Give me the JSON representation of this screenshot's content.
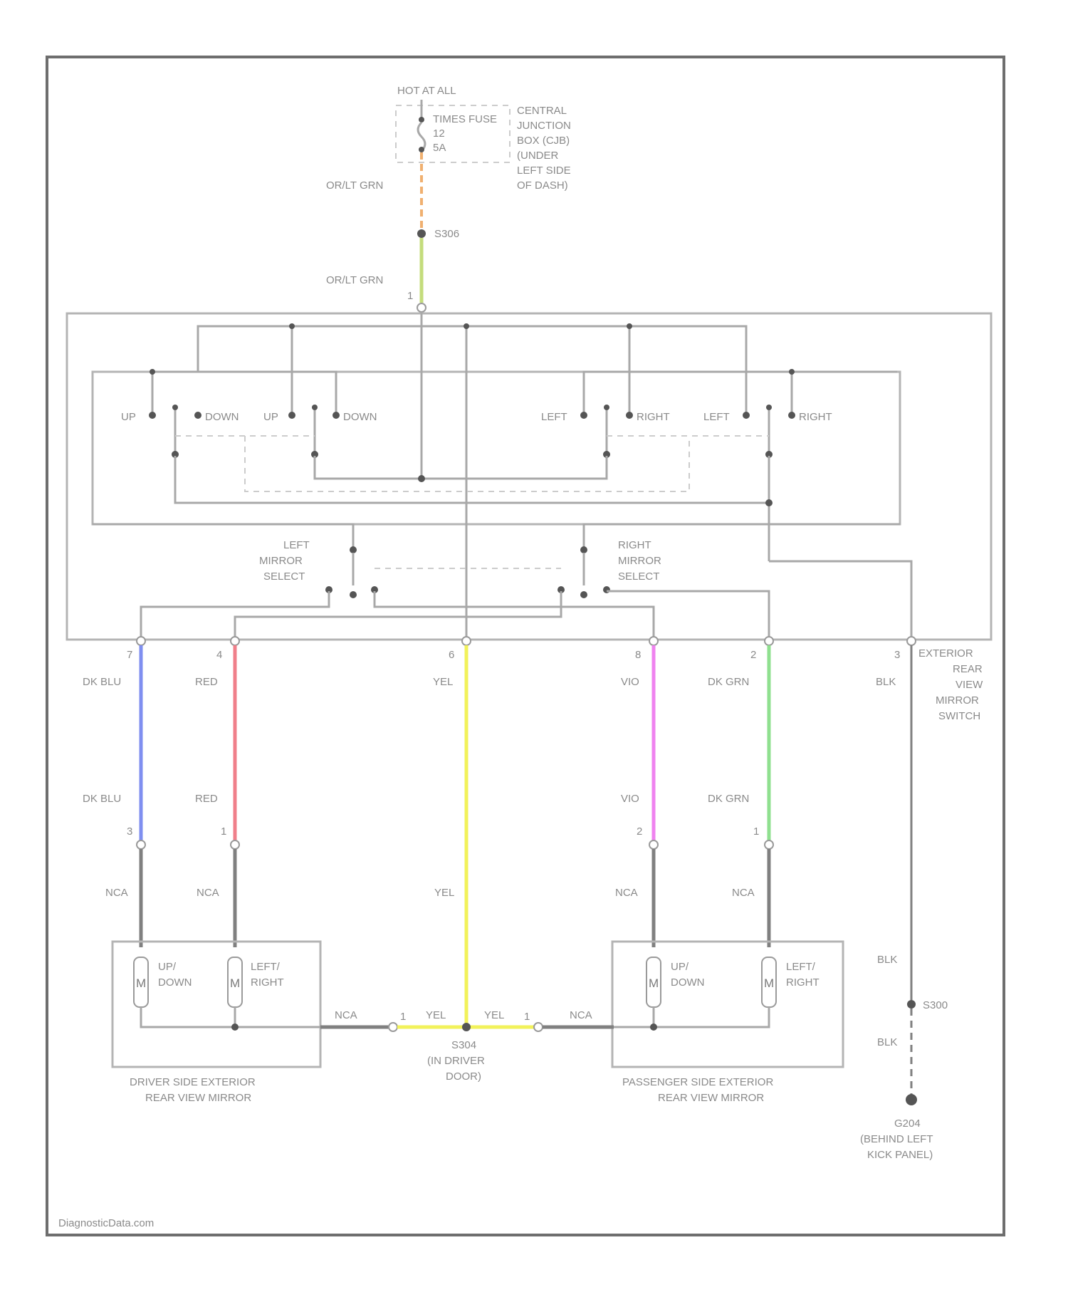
{
  "header": {
    "hot_at_all": "HOT AT ALL",
    "fuse_name": "TIMES FUSE",
    "fuse_num": "12",
    "fuse_amp": "5A",
    "cjb": [
      "CENTRAL",
      "JUNCTION",
      "BOX (CJB)",
      "(UNDER",
      "LEFT SIDE",
      "OF DASH)"
    ]
  },
  "top_wire": {
    "color_upper": "OR/LT GRN",
    "splice": "S306",
    "color_lower": "OR/LT GRN",
    "pin": "1"
  },
  "switch": {
    "labels": {
      "up1": "UP",
      "down1": "DOWN",
      "up2": "UP",
      "down2": "DOWN",
      "left1": "LEFT",
      "right1": "RIGHT",
      "left2": "LEFT",
      "right2": "RIGHT",
      "left_select": [
        "LEFT",
        "MIRROR",
        "SELECT"
      ],
      "right_select": [
        "RIGHT",
        "MIRROR",
        "SELECT"
      ]
    },
    "name": [
      "EXTERIOR",
      "REAR",
      "VIEW",
      "MIRROR",
      "SWITCH"
    ]
  },
  "wires": [
    {
      "pin_top": "7",
      "color": "DK BLU",
      "color2": "DK BLU",
      "pin_bottom": "3",
      "lower": "NCA",
      "hex": "#7f8ff0"
    },
    {
      "pin_top": "4",
      "color": "RED",
      "color2": "RED",
      "pin_bottom": "1",
      "lower": "NCA",
      "hex": "#f07f8a"
    },
    {
      "pin_top": "6",
      "color": "YEL",
      "lower": "YEL",
      "hex": "#f2f25a"
    },
    {
      "pin_top": "8",
      "color": "VIO",
      "color2": "VIO",
      "pin_bottom": "2",
      "lower": "NCA",
      "hex": "#ef82ef"
    },
    {
      "pin_top": "2",
      "color": "DK GRN",
      "color2": "DK GRN",
      "pin_bottom": "1",
      "lower": "NCA",
      "hex": "#8fe08f"
    },
    {
      "pin_top": "3",
      "color": "BLK",
      "hex": "#808080"
    }
  ],
  "driver_mirror": {
    "motor1": [
      "UP/",
      "DOWN"
    ],
    "motor2": [
      "LEFT/",
      "RIGHT"
    ],
    "motor_symbol": "M",
    "name": [
      "DRIVER SIDE EXTERIOR",
      "REAR VIEW MIRROR"
    ]
  },
  "passenger_mirror": {
    "motor1": [
      "UP/",
      "DOWN"
    ],
    "motor2": [
      "LEFT/",
      "RIGHT"
    ],
    "motor_symbol": "M",
    "name": [
      "PASSENGER SIDE EXTERIOR",
      "REAR VIEW MIRROR"
    ]
  },
  "bottom": {
    "nca_left": "NCA",
    "pin_left": "1",
    "yel_left": "YEL",
    "yel_right": "YEL",
    "pin_right": "1",
    "nca_right": "NCA",
    "splice": [
      "S304",
      "(IN DRIVER",
      "DOOR)"
    ]
  },
  "ground": {
    "blk1": "BLK",
    "splice": "S300",
    "blk2": "BLK",
    "label": [
      "G204",
      "(BEHIND LEFT",
      "KICK PANEL)"
    ]
  },
  "watermark": "DiagnosticData.com"
}
